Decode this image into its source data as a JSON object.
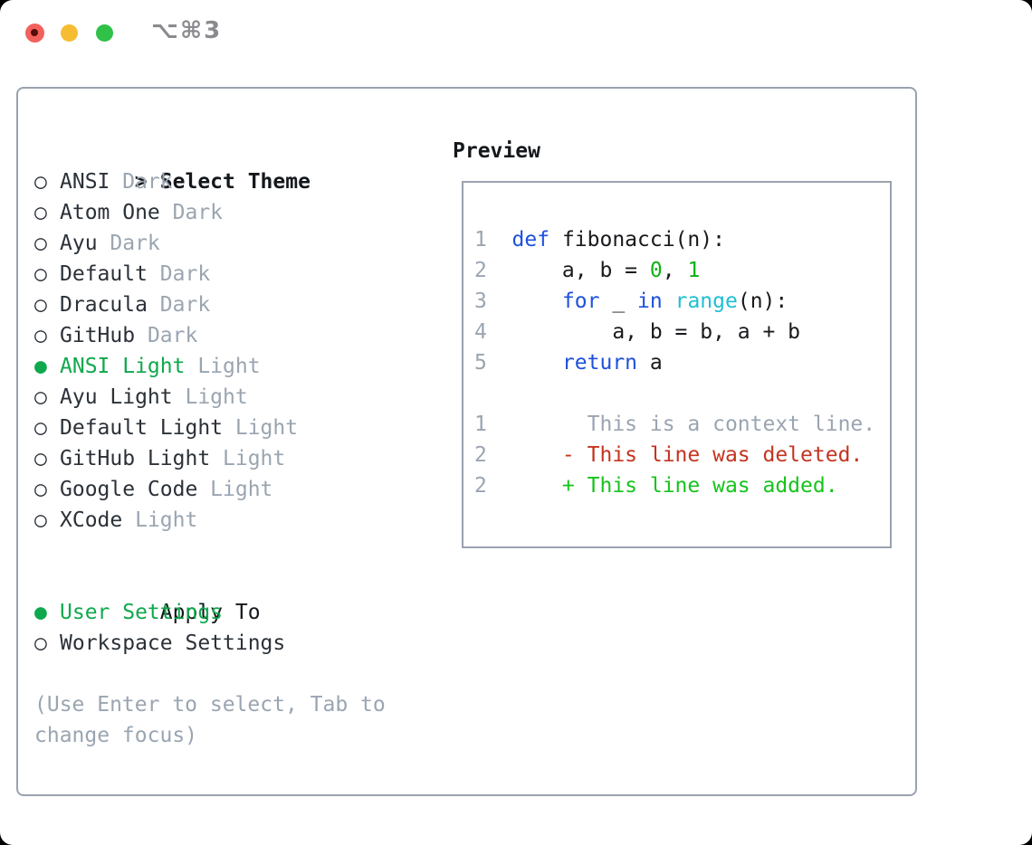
{
  "window": {
    "title": "⌥⌘3"
  },
  "titlebar": {
    "buttons": [
      {
        "name": "close",
        "color": "#f2615b"
      },
      {
        "name": "minimize",
        "color": "#f6bd32"
      },
      {
        "name": "zoom",
        "color": "#2fc148"
      }
    ]
  },
  "icons": {
    "radio_unselected_char": "○",
    "radio_selected_char": "●",
    "heading_cursor_char": ">"
  },
  "theme_picker": {
    "heading": {
      "marker": ">",
      "label": "Select Theme"
    },
    "themes": [
      {
        "name": "ANSI",
        "tag": "Dark",
        "selected": false
      },
      {
        "name": "Atom One",
        "tag": "Dark",
        "selected": false
      },
      {
        "name": "Ayu",
        "tag": "Dark",
        "selected": false
      },
      {
        "name": "Default",
        "tag": "Dark",
        "selected": false
      },
      {
        "name": "Dracula",
        "tag": "Dark",
        "selected": false
      },
      {
        "name": "GitHub",
        "tag": "Dark",
        "selected": false
      },
      {
        "name": "ANSI Light",
        "tag": "Light",
        "selected": true
      },
      {
        "name": "Ayu Light",
        "tag": "Light",
        "selected": false
      },
      {
        "name": "Default Light",
        "tag": "Light",
        "selected": false
      },
      {
        "name": "GitHub Light",
        "tag": "Light",
        "selected": false
      },
      {
        "name": "Google Code",
        "tag": "Light",
        "selected": false
      },
      {
        "name": "XCode",
        "tag": "Light",
        "selected": false
      }
    ],
    "apply_to": {
      "label": "Apply To",
      "options": [
        {
          "name": "User Settings",
          "selected": true
        },
        {
          "name": "Workspace Settings",
          "selected": false
        }
      ]
    },
    "hint_lines": [
      "(Use Enter to select, Tab to",
      "change focus)"
    ]
  },
  "preview": {
    "heading": "Preview",
    "lines": [
      {
        "spans": [
          [
            "num",
            "1  "
          ],
          [
            "kw",
            "def"
          ],
          [
            "fg",
            " fibonacci(n):"
          ]
        ]
      },
      {
        "spans": [
          [
            "num",
            "2  "
          ],
          [
            "fg",
            "    a, b = "
          ],
          [
            "lit",
            "0"
          ],
          [
            "fg",
            ", "
          ],
          [
            "lit",
            "1"
          ]
        ]
      },
      {
        "spans": [
          [
            "num",
            "3  "
          ],
          [
            "fg",
            "    "
          ],
          [
            "kw",
            "for"
          ],
          [
            "fg",
            " _ "
          ],
          [
            "kw",
            "in"
          ],
          [
            "fg",
            " "
          ],
          [
            "fn",
            "range"
          ],
          [
            "fg",
            "(n):"
          ]
        ]
      },
      {
        "spans": [
          [
            "num",
            "4  "
          ],
          [
            "fg",
            "        a, b = b, a + b"
          ]
        ]
      },
      {
        "spans": [
          [
            "num",
            "5  "
          ],
          [
            "fg",
            "    "
          ],
          [
            "kw",
            "return"
          ],
          [
            "fg",
            " a"
          ]
        ]
      },
      {
        "spans": []
      },
      {
        "spans": [
          [
            "num",
            "1  "
          ],
          [
            "ctx",
            "      This is a context line."
          ]
        ]
      },
      {
        "spans": [
          [
            "num",
            "2  "
          ],
          [
            "del",
            "    - This line was deleted."
          ]
        ]
      },
      {
        "spans": [
          [
            "num",
            "2  "
          ],
          [
            "add",
            "    + This line was added."
          ]
        ]
      }
    ]
  },
  "colors": {
    "outer": "#000000",
    "bg": "#ffffff",
    "border": "#9aa2ae",
    "heading": "#14181c",
    "dark": "#2b3138",
    "gray": "#9aa5b1",
    "green": "#0fa84c",
    "kw": "#1d51dc",
    "fn": "#1fbfd2",
    "lit": "#10b012",
    "del": "#c43420",
    "add": "#17c31d",
    "fg": "#17191c",
    "title": "#898b8e",
    "light-red": "#f2615b",
    "light-red-dot": "#550f08",
    "light-yellow": "#f6bd32",
    "light-green": "#2fc148"
  }
}
